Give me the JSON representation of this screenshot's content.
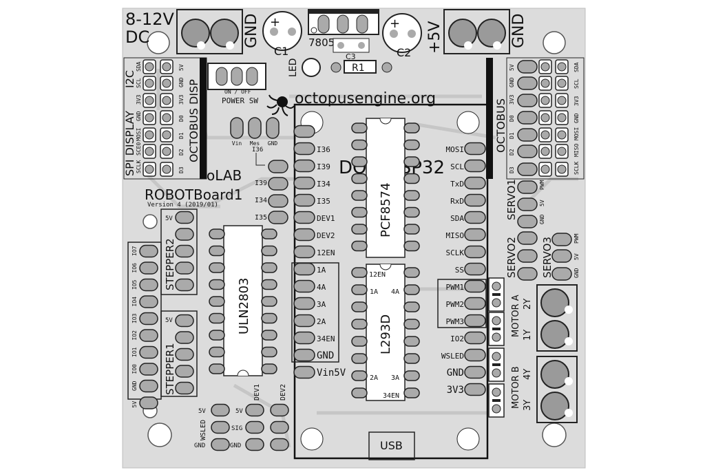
{
  "power": {
    "vin_label_line1": "8-12V",
    "vin_label_line2": "DC",
    "gnd_left": "GND",
    "c1": "C1",
    "regulator": "7805",
    "c3": "C3",
    "c2": "C2",
    "plus5v": "+5V",
    "gnd_right": "GND",
    "led": "LED",
    "r1": "R1",
    "plus_sign": "+"
  },
  "switch": {
    "label_small": "ON / OFF",
    "label": "POWER SW"
  },
  "brand": {
    "url": "octopusengine.org",
    "title": "oLAB",
    "board": "ROBOTBoard1",
    "version": "Version 4 (2019/01)"
  },
  "left_header": {
    "i2c": "I2C",
    "spi_display": "SPI DISPLAY",
    "octobus_disp": "OCTOBUS DISP",
    "left_pins": [
      "SDA",
      "SCL",
      "3V3",
      "GND",
      "MOSI",
      "SCE0",
      "SCLK"
    ],
    "right_pins": [
      "5V",
      "GND",
      "3V3",
      "D0",
      "D1",
      "D2",
      "D3"
    ]
  },
  "right_header": {
    "octobus": "OCTOBUS",
    "inner_pins": [
      "5V",
      "GND",
      "3V3",
      "D0",
      "D1",
      "D2",
      "D3"
    ],
    "outer_pins": [
      "SDA",
      "SCL",
      "3V3",
      "GND",
      "MOSI",
      "MISO",
      "SCLK"
    ]
  },
  "mes_header": {
    "pins": [
      "Vin",
      "Mes",
      "GND"
    ],
    "sub": "I36"
  },
  "input_pins": [
    "I39",
    "I34",
    "I35"
  ],
  "esp32": {
    "title": "DOIT ESP32",
    "left_pins": [
      "I36",
      "I39",
      "I34",
      "I35",
      "DEV1",
      "DEV2",
      "12EN",
      "1A",
      "4A",
      "3A",
      "2A",
      "34EN",
      "GND",
      "Vin5V"
    ],
    "right_pins": [
      "MOSI",
      "SCL",
      "TxD",
      "RxD",
      "SDA",
      "MISO",
      "SCLK",
      "SS",
      "PWM1",
      "PWM2",
      "PWM3",
      "IO2",
      "WSLED",
      "GND",
      "3V3"
    ],
    "usb": "USB"
  },
  "chips": {
    "pcf": "PCF8574",
    "uln": "ULN2803",
    "l293": "L293D",
    "l293_labels": [
      "12EN",
      "1A",
      "4A",
      "2A",
      "3A",
      "34EN"
    ]
  },
  "servos": {
    "servo1": "SERVO1",
    "servo2": "SERVO2",
    "servo3": "SERVO3",
    "pins": [
      "PWM",
      "5V",
      "GND"
    ]
  },
  "motors": {
    "motor_a": "MOTOR A",
    "a_1y": "1Y",
    "a_2y": "2Y",
    "motor_b": "MOTOR B",
    "b_3y": "3Y",
    "b_4y": "4Y"
  },
  "steppers": {
    "stepper1": "STEPPER1",
    "stepper2": "STEPPER2",
    "io_labels": [
      "IO7",
      "IO6",
      "IO5",
      "IO4",
      "IO3",
      "IO2",
      "IO1",
      "IO0",
      "GND",
      "5V"
    ],
    "s5v": "5V"
  },
  "bottom": {
    "wsled": "WSLED",
    "dev1": "DEV1",
    "dev2": "DEV2",
    "pin_5v": "5V",
    "sig": "SIG",
    "gnd": "GND"
  }
}
